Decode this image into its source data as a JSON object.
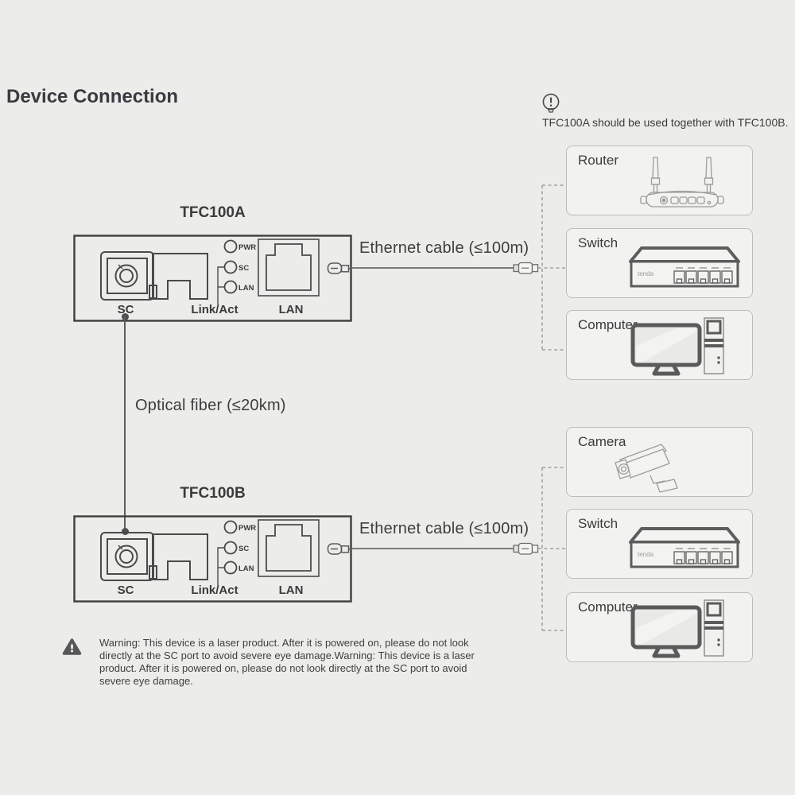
{
  "title": "Device Connection",
  "note": {
    "text": "TFC100A should be used together with TFC100B."
  },
  "converters": {
    "a": {
      "name": "TFC100A",
      "sc_label": "SC",
      "linkact_label": "Link/Act",
      "lan_label": "LAN",
      "led_pwr": "PWR",
      "led_sc": "SC",
      "led_lan": "LAN"
    },
    "b": {
      "name": "TFC100B",
      "sc_label": "SC",
      "linkact_label": "Link/Act",
      "lan_label": "LAN",
      "led_pwr": "PWR",
      "led_sc": "SC",
      "led_lan": "LAN"
    }
  },
  "cables": {
    "ethernet_a": {
      "label": "Ethernet cable (≤100m)"
    },
    "ethernet_b": {
      "label": "Ethernet cable (≤100m)"
    },
    "optical_fiber": {
      "label": "Optical fiber (≤20km)"
    }
  },
  "peripheral_groups": {
    "a": [
      {
        "label": "Router"
      },
      {
        "label": "Switch"
      },
      {
        "label": "Computer"
      }
    ],
    "b": [
      {
        "label": "Camera"
      },
      {
        "label": "Switch"
      },
      {
        "label": "Computer"
      }
    ]
  },
  "switch_brand": "tenda",
  "warning": {
    "lines": [
      "Warning: This device is a laser product. After it is powered on, please do not look",
      "directly at the SC port to avoid severe eye damage.Warning: This device is a laser",
      "product. After it is powered on, please do not look directly at the SC port to avoid",
      "severe eye damage."
    ]
  },
  "colors": {
    "background": "#ececea",
    "box_fill": "#f2f2f0",
    "box_border": "#bcbcba",
    "cable_line": "#7c7c7c",
    "drawing_dark": "#4a4a4a",
    "drawing_light": "#9c9c9c",
    "text": "#3b3b3b"
  }
}
